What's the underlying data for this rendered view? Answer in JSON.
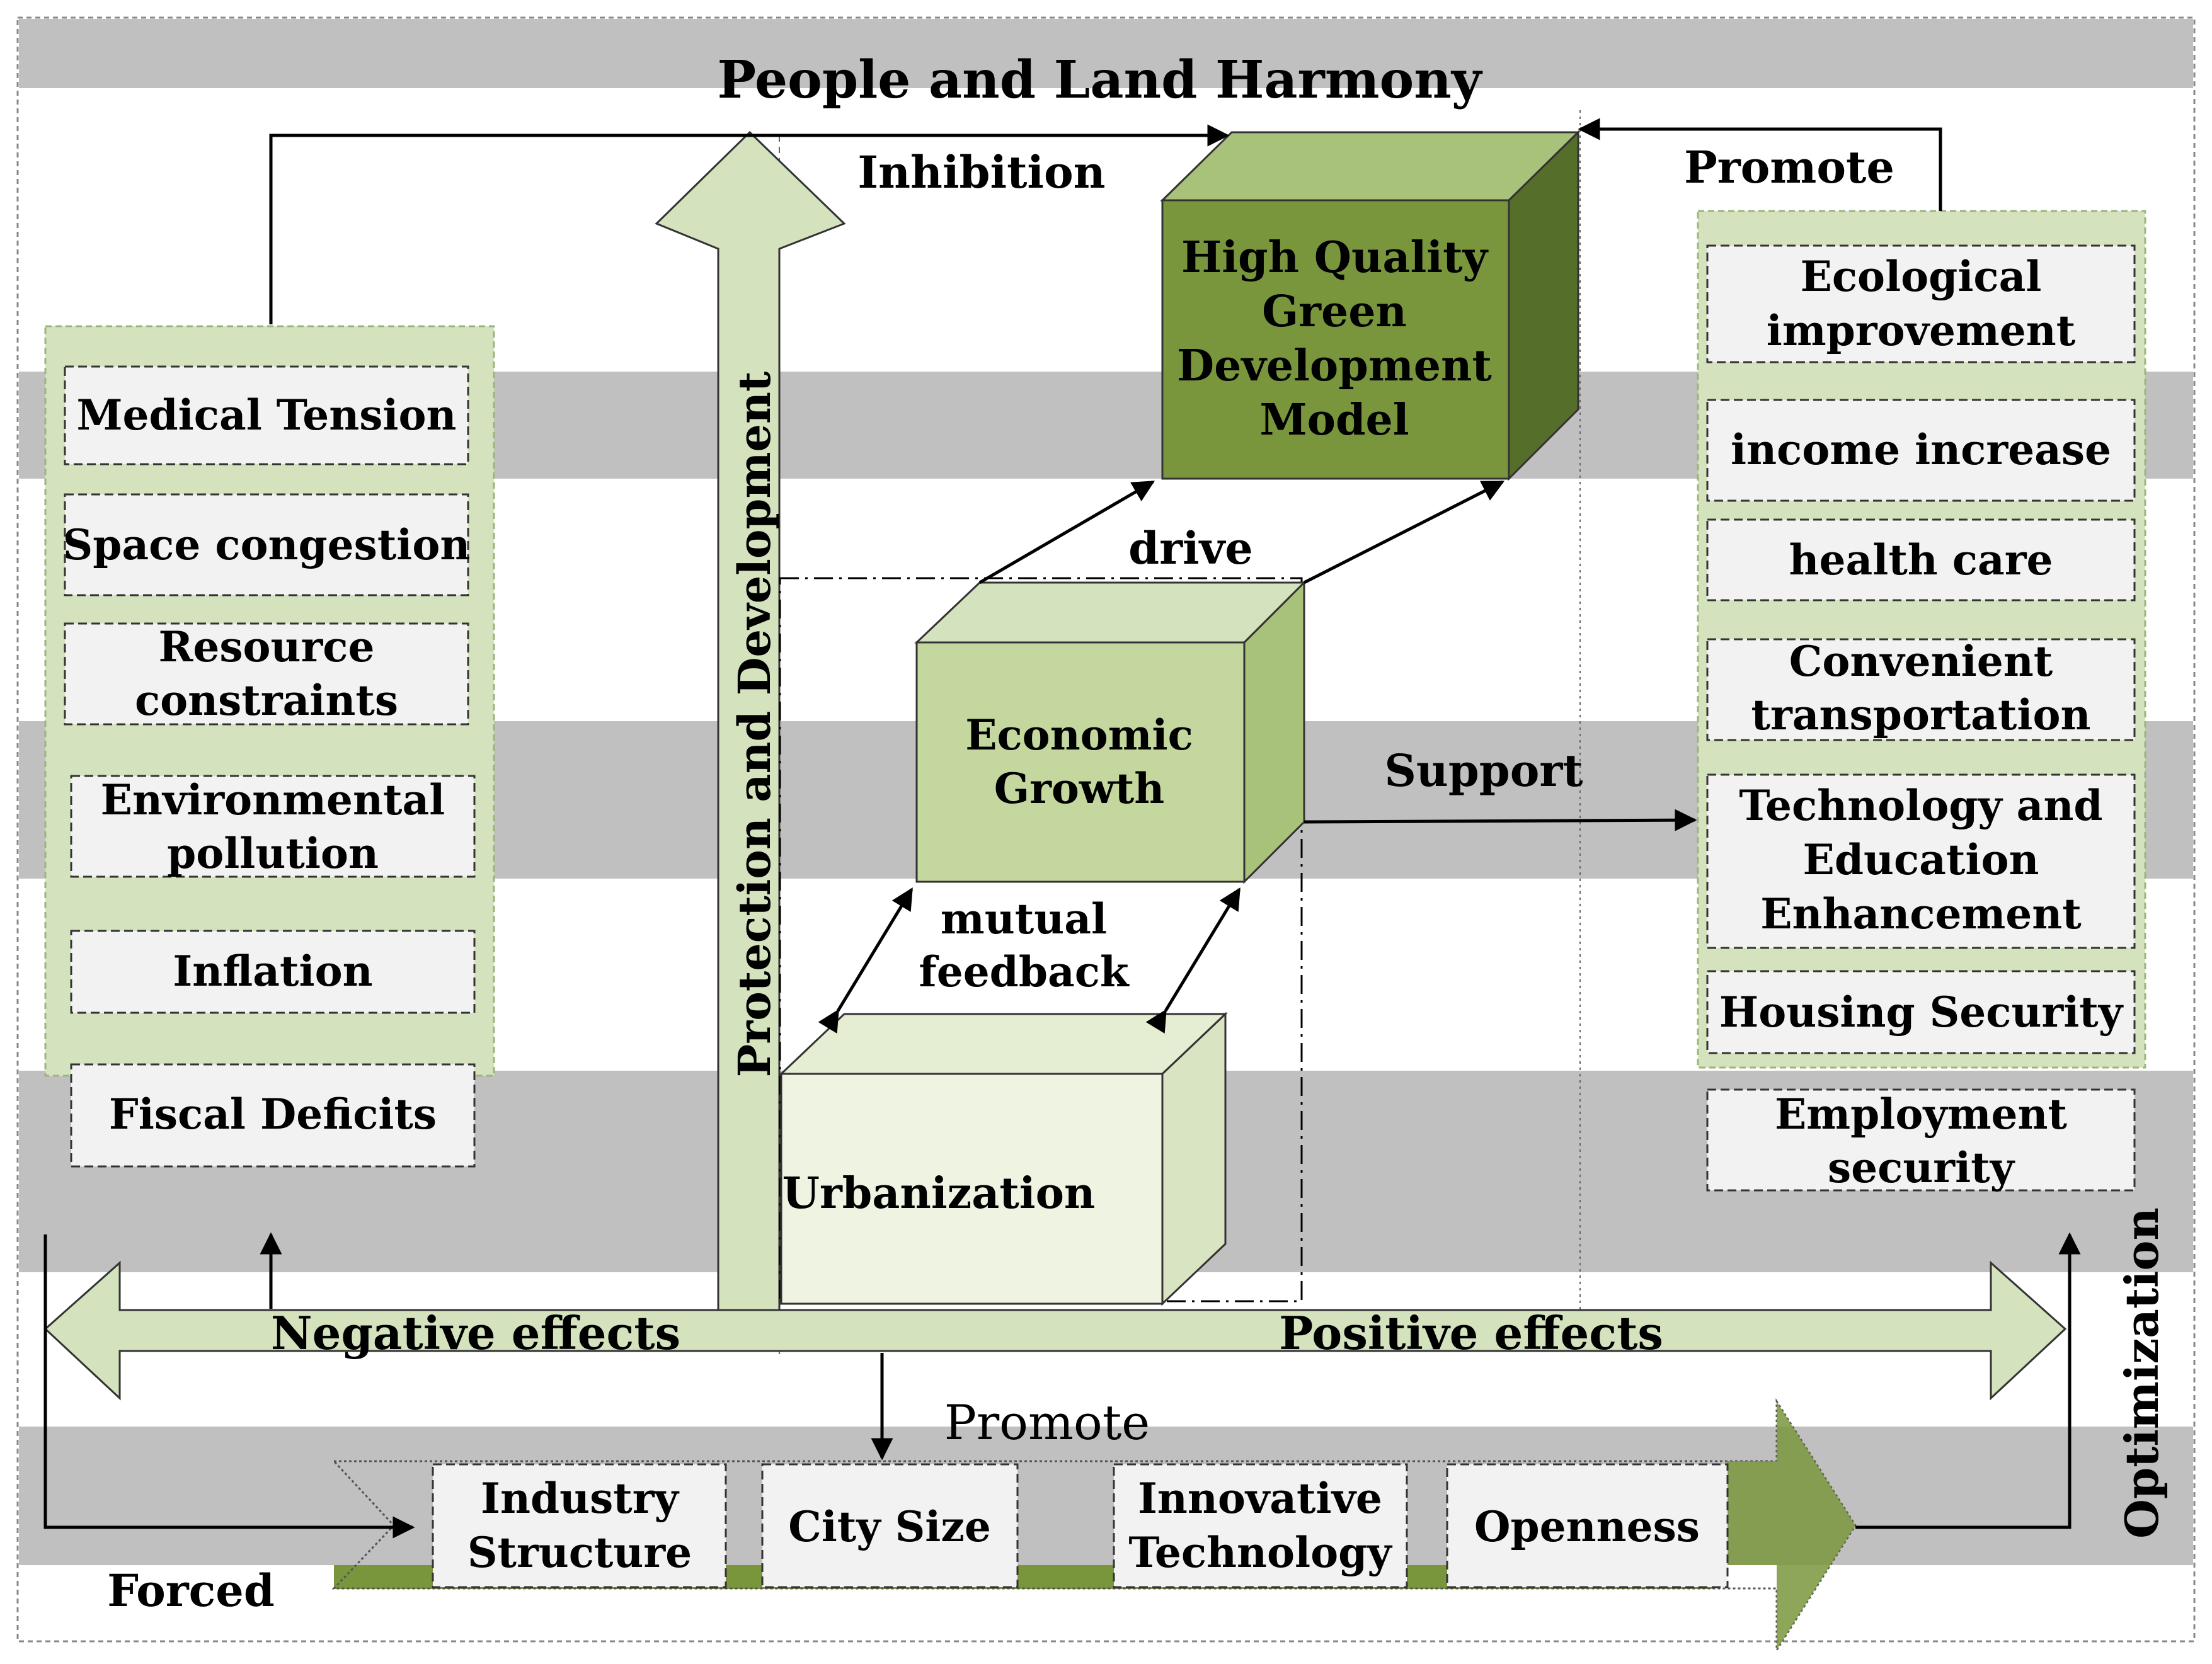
{
  "title": "People and Land Harmony",
  "labels": {
    "inhibition": "Inhibition",
    "promote_top": "Promote",
    "drive": "drive",
    "support": "Support",
    "mutual": "mutual",
    "feedback": "feedback",
    "negative_effects": "Negative effects",
    "positive_effects": "Positive effects",
    "promote_bottom": "Promote",
    "forced": "Forced",
    "optimization": "Optimization",
    "protection_development": "Protection and Development"
  },
  "cubes": {
    "hq_line1": "High Quality",
    "hq_line2": "Green",
    "hq_line3": "Development",
    "hq_line4": "Model",
    "eco_line1": "Economic",
    "eco_line2": "Growth",
    "urbanization": "Urbanization"
  },
  "negative_items": {
    "medical": "Medical Tension",
    "space": "Space congestion",
    "resource_1": "Resource",
    "resource_2": "constraints",
    "env_1": "Environmental",
    "env_2": "pollution",
    "inflation": "Inflation",
    "fiscal": "Fiscal Deficits"
  },
  "positive_items": {
    "eco_1": "Ecological",
    "eco_2": "improvement",
    "income": "income increase",
    "health": "health care",
    "trans_1": "Convenient",
    "trans_2": "transportation",
    "tech_1": "Technology and",
    "tech_2": "Education",
    "tech_3": "Enhancement",
    "housing": "Housing Security",
    "emp_1": "Employment",
    "emp_2": "security"
  },
  "factors": {
    "industry_1": "Industry",
    "industry_2": "Structure",
    "city_size": "City Size",
    "innov_1": "Innovative",
    "innov_2": "Technology",
    "openness": "Openness"
  },
  "colors": {
    "band_gray": "#c0c0c0",
    "light_green": "#d4e2bd",
    "mid_green": "#c3d79f",
    "dark_green": "#7a963d",
    "box_fill": "#f2f2f2"
  }
}
